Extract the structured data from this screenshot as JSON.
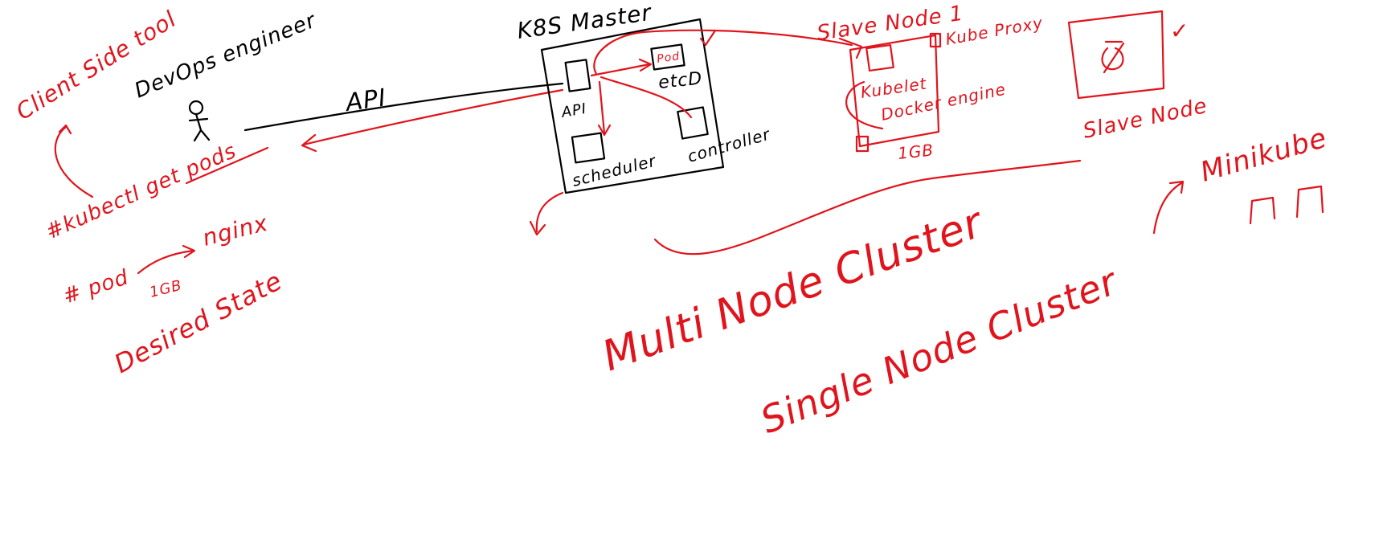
{
  "client": {
    "client_side_tool": "Client Side tool",
    "devops_engineer": "DevOps engineer",
    "api_line_label": "API",
    "kubectl_command": "#kubectl get pods",
    "pod_nginx_line1": "# pod",
    "pod_nginx_target": "nginx",
    "pod_nginx_size": "1GB",
    "desired_state": "Desired State"
  },
  "master": {
    "title": "K8S Master",
    "api": "API",
    "pod": "Pod",
    "etcd": "etcD",
    "scheduler": "scheduler",
    "controller": "controller"
  },
  "slave1": {
    "title": "Slave Node 1",
    "kube_proxy": "Kube Proxy",
    "kubelet": "Kubelet",
    "docker_engine": "Docker engine",
    "size": "1GB"
  },
  "slave2": {
    "title": "Slave Node",
    "checkmark": "✓"
  },
  "clusters": {
    "multi": "Multi Node Cluster",
    "single": "Single Node Cluster",
    "minikube": "Minikube"
  },
  "colors": {
    "ink_red": "#e0141c",
    "ink_black": "#000000"
  }
}
